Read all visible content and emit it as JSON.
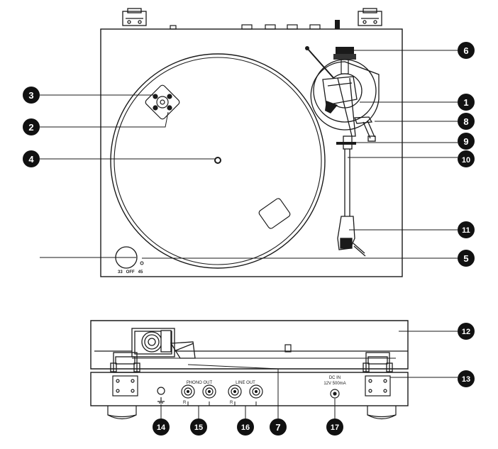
{
  "top_view": {
    "speed_selector_text": "33   OFF   45"
  },
  "rear_view": {
    "phono_out_label": "PHONO OUT",
    "line_out_label": "LINE OUT",
    "phono_channel_label": "R",
    "line_channel_label": "R",
    "dc_in_label": "DC IN",
    "dc_in_spec": "12V 500mA"
  },
  "callouts": [
    "1",
    "2",
    "3",
    "4",
    "5",
    "6",
    "7",
    "8",
    "9",
    "10",
    "11",
    "12",
    "13",
    "14",
    "15",
    "16",
    "17"
  ],
  "colors": {
    "line": "#1a1a1a",
    "callout_fill": "#111111",
    "callout_text": "#ffffff"
  }
}
